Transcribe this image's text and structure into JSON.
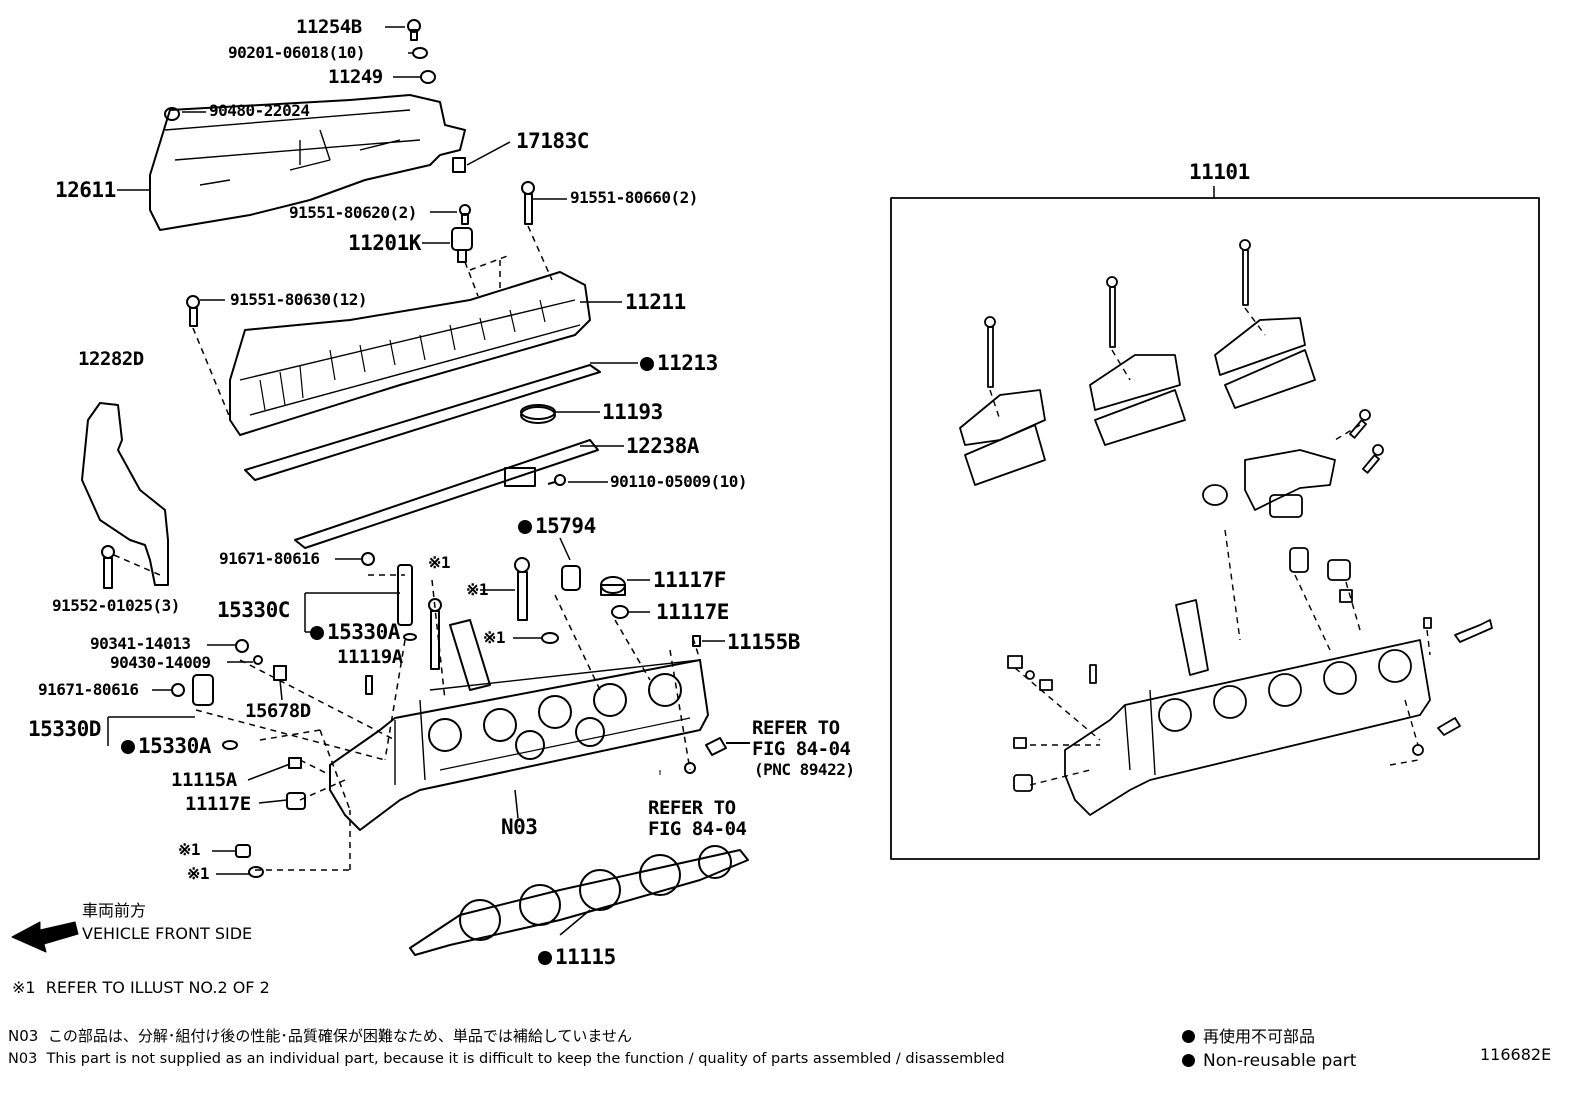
{
  "labels": {
    "p11254B": "11254B",
    "p90201": "90201-06018(10)",
    "p11249": "11249",
    "p90480": "90480-22024",
    "p17183C": "17183C",
    "p12611": "12611",
    "p91551_660": "91551-80660(2)",
    "p91551_620": "91551-80620(2)",
    "p11201K": "11201K",
    "p91551_630": "91551-80630(12)",
    "p11211": "11211",
    "p12282D": "12282D",
    "p11213": "11213",
    "p11193": "11193",
    "p12238A": "12238A",
    "p90110": "90110-05009(10)",
    "p15794": "15794",
    "p91671_a": "91671-80616",
    "p15330C": "15330C",
    "p15330A_a": "15330A",
    "p11119A": "11119A",
    "p91552": "91552-01025(3)",
    "ref1_a": "※1",
    "ref1_b": "※1",
    "ref1_c": "※1",
    "ref1_d": "※1",
    "ref1_e": "※1",
    "p11117F": "11117F",
    "p11117E_a": "11117E",
    "p11155B": "11155B",
    "p90341": "90341-14013",
    "p90430": "90430-14009",
    "p91671_b": "91671-80616",
    "p15678D": "15678D",
    "p15330D": "15330D",
    "p15330A_b": "15330A",
    "p11115A": "11115A",
    "p11117E_b": "11117E",
    "pN03": "N03",
    "p11115": "11115",
    "p11101": "11101",
    "refer1_l1": "REFER TO",
    "refer1_l2": "FIG 84-04",
    "refer1_l3": "(PNC 89422)",
    "refer2_l1": "REFER TO",
    "refer2_l2": "FIG 84-04"
  },
  "front": {
    "jp": "車両前方",
    "en": "VEHICLE FRONT SIDE"
  },
  "notes": {
    "ref_mark": "※1",
    "ref_text": "REFER TO ILLUST NO.2 OF 2",
    "n03_jp_code": "N03",
    "n03_jp_text": "この部品は、分解･組付け後の性能･品質確保が困難なため、単品では補給していません",
    "n03_en_code": "N03",
    "n03_en_text": "This part is not supplied as an individual part, because it is difficult to keep the function / quality of parts  assembled / disassembled"
  },
  "legend": {
    "jp": "再使用不可部品",
    "en": "Non-reusable part"
  },
  "figure_code": "116682E"
}
